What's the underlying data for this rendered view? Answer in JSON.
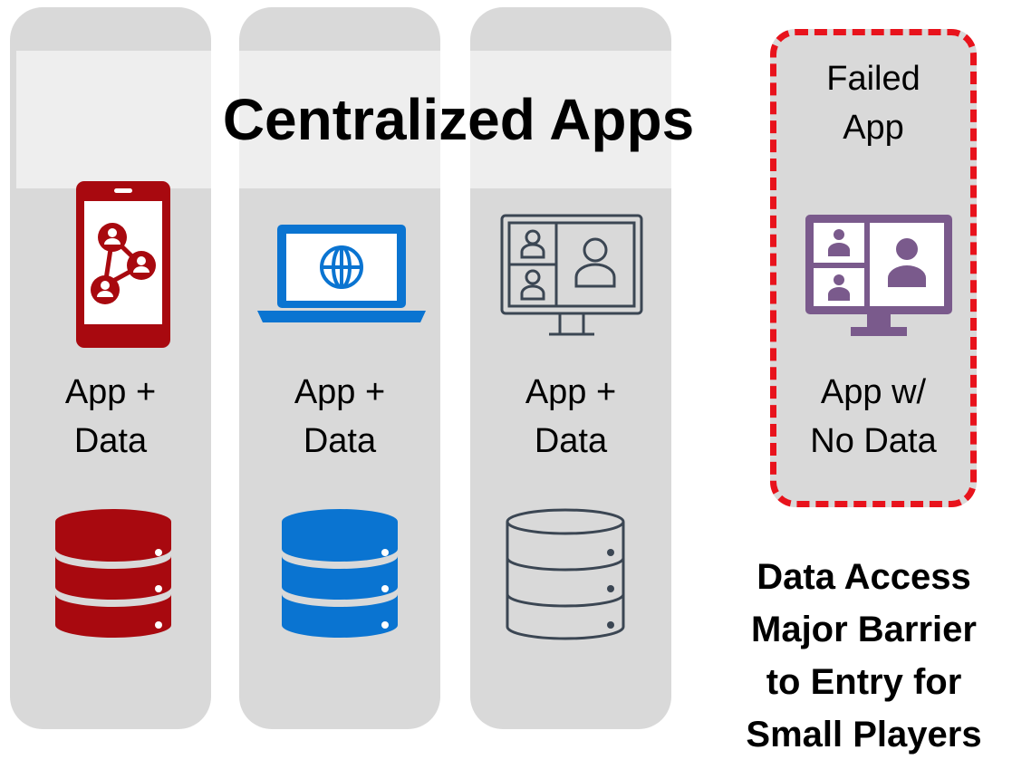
{
  "title": "Centralized Apps",
  "columns": [
    {
      "label_line1": "App +",
      "label_line2": "Data",
      "color": "#a8090f"
    },
    {
      "label_line1": "App +",
      "label_line2": "Data",
      "color": "#0a74d1"
    },
    {
      "label_line1": "App +",
      "label_line2": "Data",
      "color": "#3b4653"
    }
  ],
  "failed": {
    "header_line1": "Failed",
    "header_line2": "App",
    "label_line1": "App w/",
    "label_line2": "No Data",
    "color": "#7a5a8c",
    "border_color": "#e8131c"
  },
  "barrier": {
    "line1": "Data Access",
    "line2": "Major Barrier",
    "line3": "to Entry for",
    "line4": "Small Players"
  }
}
